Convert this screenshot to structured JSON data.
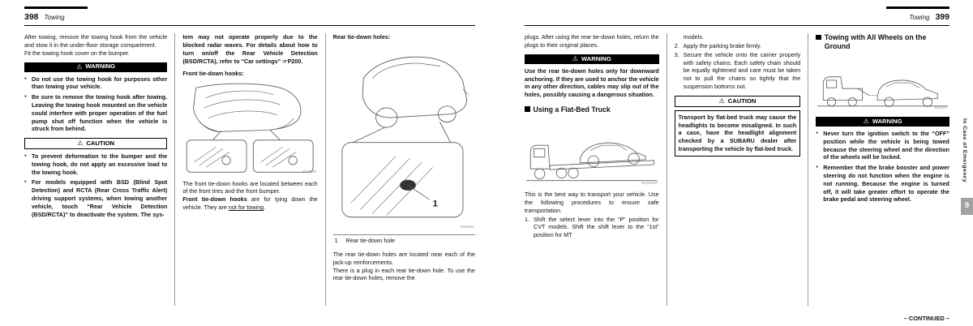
{
  "icons": {
    "warning_triangle": "⚠"
  },
  "colors": {
    "header_bar": "#000000",
    "chapter_badge": "#a1a1a1",
    "text": "#111111"
  },
  "sidebar": {
    "label": "In Case of Emergency",
    "chapter_number": "9"
  },
  "page_left": {
    "number": "398",
    "title": "Towing",
    "col1": {
      "para1": "After towing, remove the towing hook from the vehicle and stow it in the under-floor storage compartment.",
      "para2": "Fit the towing hook cover on the bumper.",
      "warning": {
        "label": "WARNING",
        "bullets": [
          "Do not use the towing hook for purposes other than towing your vehicle.",
          "Be sure to remove the towing hook after towing. Leaving the towing hook mounted on the vehicle could interfere with proper operation of the fuel pump shut off function when the vehicle is struck from behind."
        ]
      },
      "caution": {
        "label": "CAUTION",
        "bullets": [
          "To prevent deformation to the bumper and the towing hook, do not apply an excessive load to the towing hook.",
          "For models equipped with BSD (Blind Spot Detection) and RCTA (Rear Cross Traffic Alert) driving support systems, when towing another vehicle, touch “Rear Vehicle Detection (BSD/RCTA)” to deactivate the system. The sys-"
        ]
      }
    },
    "col2": {
      "caution_continued": "tem may not operate properly due to the blocked radar waves. For details about how to turn on/off the Rear Vehicle Detection (BSD/RCTA), refer to “Car settings” ☞P200.",
      "fig_label": "Front tie-down hooks:",
      "fig_code": "501506",
      "para1": "The front tie-down hooks are located between each of the front tires and the front bumper.",
      "para2_bold": "Front tie-down hooks",
      "para2_mid": " are for tying down the vehicle. They are ",
      "para2_underline": "not for towing",
      "para2_end": "."
    },
    "col3": {
      "fig_label": "Rear tie-down holes:",
      "fig_code": "500583",
      "callout_num": "1",
      "caption_num": "1",
      "caption_text": "Rear tie-down hole",
      "para1": "The rear tie-down holes are located near each of the jack-up reinforcements.",
      "para2": "There is a plug in each rear tie-down hole. To use the rear tie-down holes, remove the"
    }
  },
  "page_right": {
    "number": "399",
    "title": "Towing",
    "col1": {
      "para1": "plugs. After using the rear tie-down holes, return the plugs to their original places.",
      "warning": {
        "label": "WARNING",
        "body": "Use the rear tie-down holes only for downward anchoring. If they are used to anchor the vehicle in any other direction, cables may slip out of the holes, possibly causing a dangerous situation."
      },
      "heading": "Using a Flat-Bed Truck",
      "fig_code": "501523A",
      "para2": "This is the best way to transport your vehicle. Use the following procedures to ensure safe transportation.",
      "steps": [
        {
          "num": "1.",
          "text": "Shift the select lever into the “P” position for CVT models. Shift the shift lever to the “1st” position for MT"
        }
      ]
    },
    "col2": {
      "step1_continued": "models.",
      "steps": [
        {
          "num": "2.",
          "text": "Apply the parking brake firmly."
        },
        {
          "num": "3.",
          "text": "Secure the vehicle onto the carrier properly with safety chains. Each safety chain should be equally tightened and care must be taken not to pull the chains so tightly that the suspension bottoms out."
        }
      ],
      "caution": {
        "label": "CAUTION",
        "body": "Transport by flat-bed truck may cause the headlights to become misaligned. In such a case, have the headlight alignment checked by a SUBARU dealer after transporting the vehicle by flat-bed truck."
      }
    },
    "col3": {
      "heading": "Towing with All Wheels on the Ground",
      "fig_code": "501507",
      "warning": {
        "label": "WARNING",
        "bullets": [
          "Never turn the ignition switch to the “OFF” position while the vehicle is being towed because the steering wheel and the direction of the wheels will be locked.",
          "Remember that the brake booster and power steering do not function when the engine is not running. Because the engine is turned off, it will take greater effort to operate the brake pedal and steering wheel."
        ]
      },
      "footer": "– CONTINUED –"
    }
  }
}
